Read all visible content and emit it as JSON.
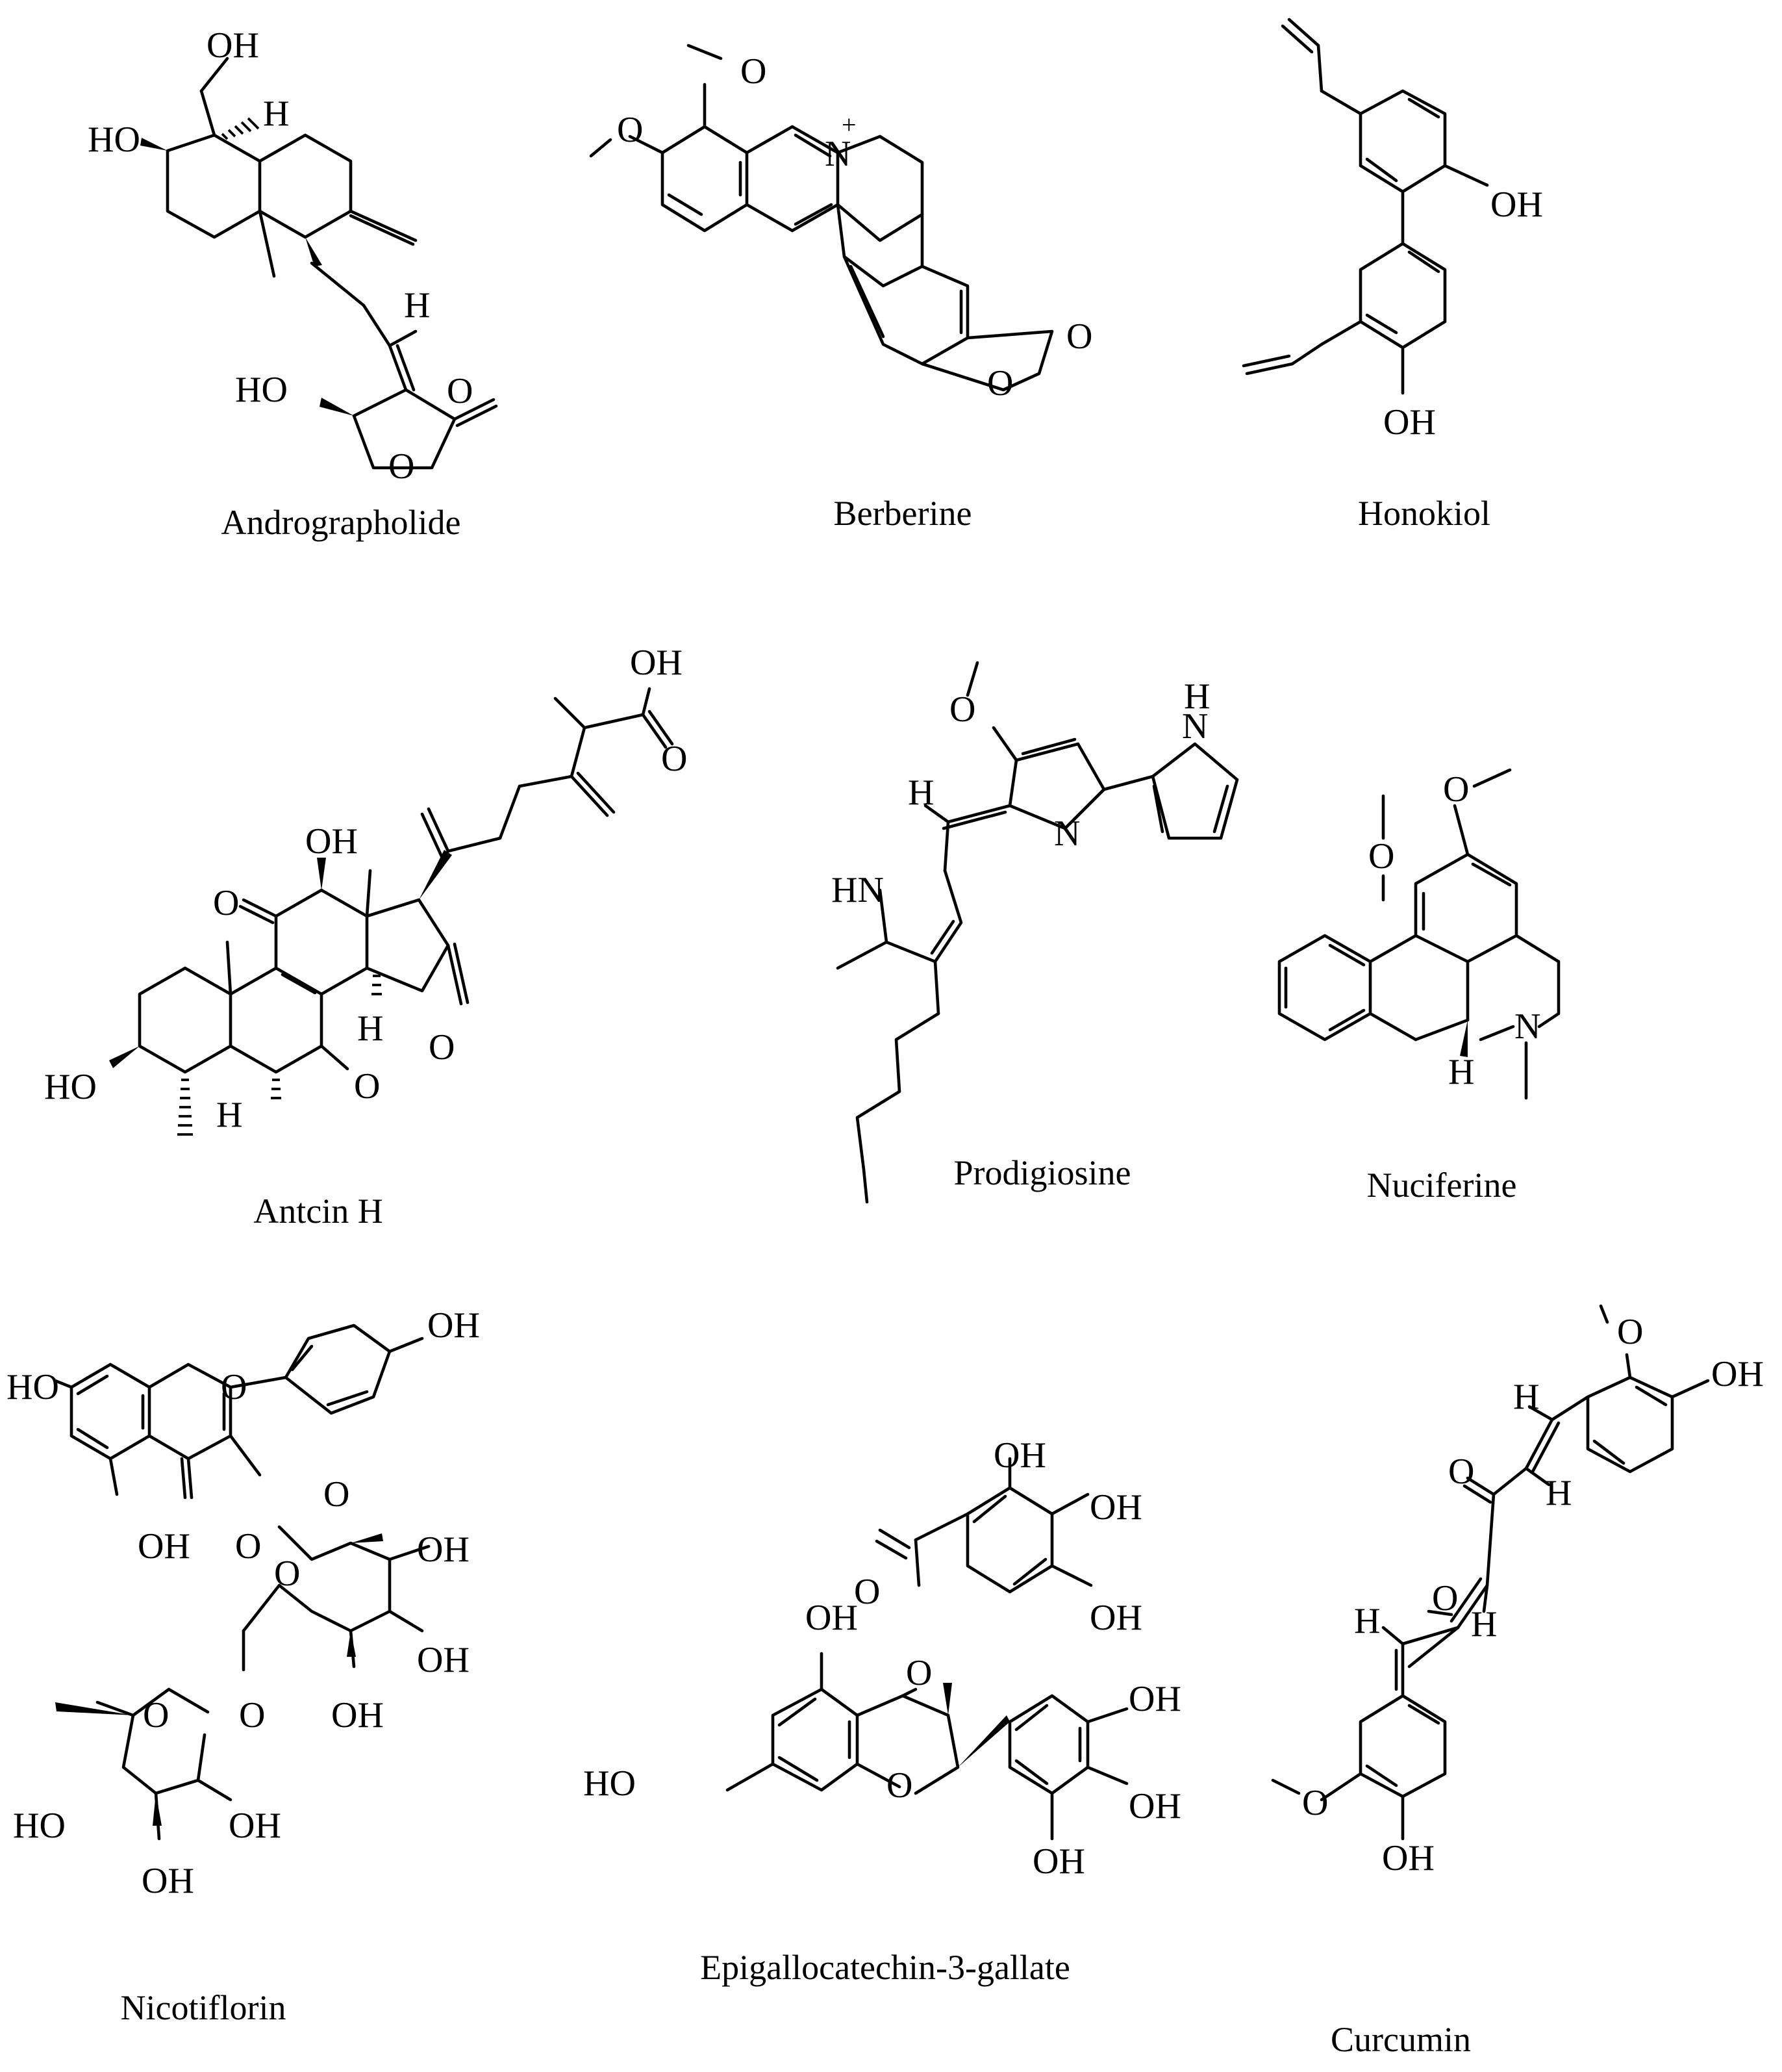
{
  "compounds": [
    {
      "id": "andrographolide",
      "name": "Andrographolide"
    },
    {
      "id": "berberine",
      "name": "Berberine"
    },
    {
      "id": "honokiol",
      "name": "Honokiol"
    },
    {
      "id": "antcin-h",
      "name": "Antcin H"
    },
    {
      "id": "prodigiosine",
      "name": "Prodigiosine"
    },
    {
      "id": "nuciferine",
      "name": "Nuciferine"
    },
    {
      "id": "nicotiflorin",
      "name": "Nicotiflorin"
    },
    {
      "id": "egcg",
      "name": "Epigallocatechin-3-gallate"
    },
    {
      "id": "curcumin",
      "name": "Curcumin"
    }
  ],
  "atom_labels": {
    "oh": "OH",
    "ho": "HO",
    "o": "O",
    "h": "H",
    "n": "N",
    "hn": "HN",
    "plus": "+"
  },
  "colors": {
    "ink": "#000000",
    "background": "#ffffff"
  }
}
